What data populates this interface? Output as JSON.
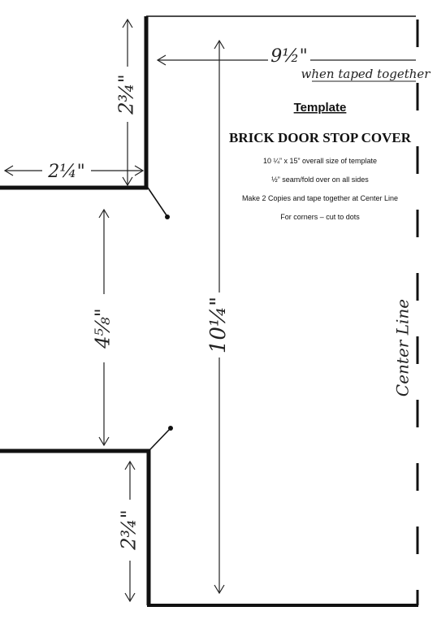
{
  "template": {
    "heading": "Template",
    "title": "BRICK DOOR STOP COVER",
    "notes": [
      "10 ¼” x 15” overall size of template",
      "½” seam/fold over on all sides",
      "Make 2 Copies and tape together at Center Line",
      "For corners – cut to dots"
    ]
  },
  "dimensions": {
    "top_width": "9½\"",
    "top_width_note": "when taped together",
    "top_flap_height": "2¾\"",
    "side_notch_width": "2¼\"",
    "middle_height": "4⅝\"",
    "total_height": "10¼\"",
    "bottom_flap_height": "2¾\""
  },
  "center_line_label": "Center Line"
}
